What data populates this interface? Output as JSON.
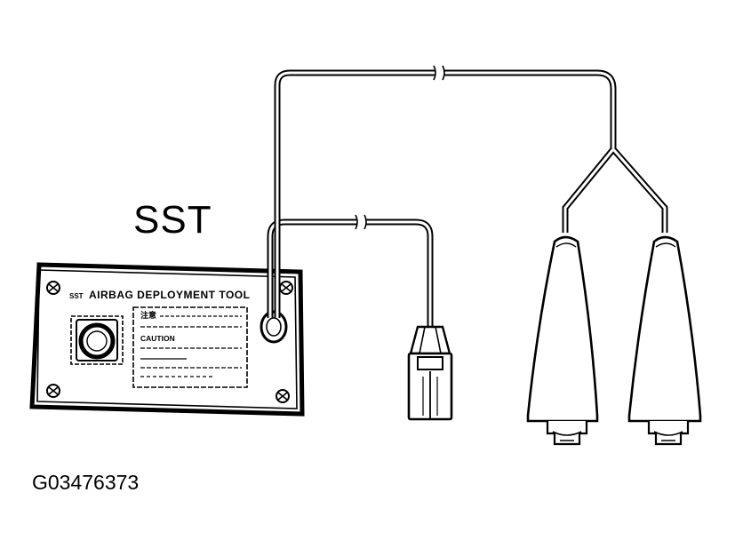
{
  "labels": {
    "sst": "SST",
    "figure_id": "G03476373"
  },
  "tool_box": {
    "brand_mark": "SST",
    "title": "AIRBAG DEPLOYMENT TOOL",
    "panel_heading": "注意",
    "caution": "CAUTION"
  },
  "colors": {
    "ink": "#000000",
    "paper": "#ffffff"
  }
}
